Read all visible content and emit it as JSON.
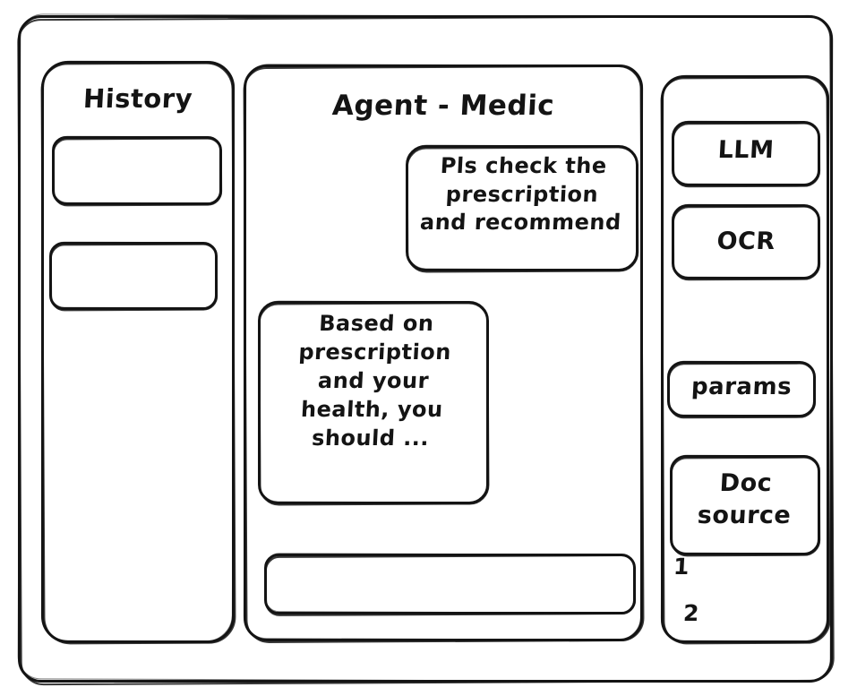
{
  "window": {
    "frame_name": "app-window"
  },
  "sidebar_left": {
    "title": "History",
    "items": [
      {
        "label": ""
      },
      {
        "label": ""
      }
    ]
  },
  "main": {
    "title": "Agent - Medic",
    "messages": [
      {
        "role": "user",
        "text": "Pls check the\nprescription\nand recommend"
      },
      {
        "role": "assistant",
        "text": "Based on\nprescription\nand your\nhealth, you\nshould ..."
      }
    ],
    "composer": {
      "value": "",
      "placeholder": ""
    }
  },
  "sidebar_right": {
    "tools": [
      {
        "label": "LLM"
      },
      {
        "label": "OCR"
      },
      {
        "label": "params"
      },
      {
        "label": "Doc\nsource"
      }
    ],
    "doc_indices": [
      "1",
      "2"
    ]
  },
  "colors": {
    "ink": "#141414",
    "paper": "#ffffff"
  }
}
